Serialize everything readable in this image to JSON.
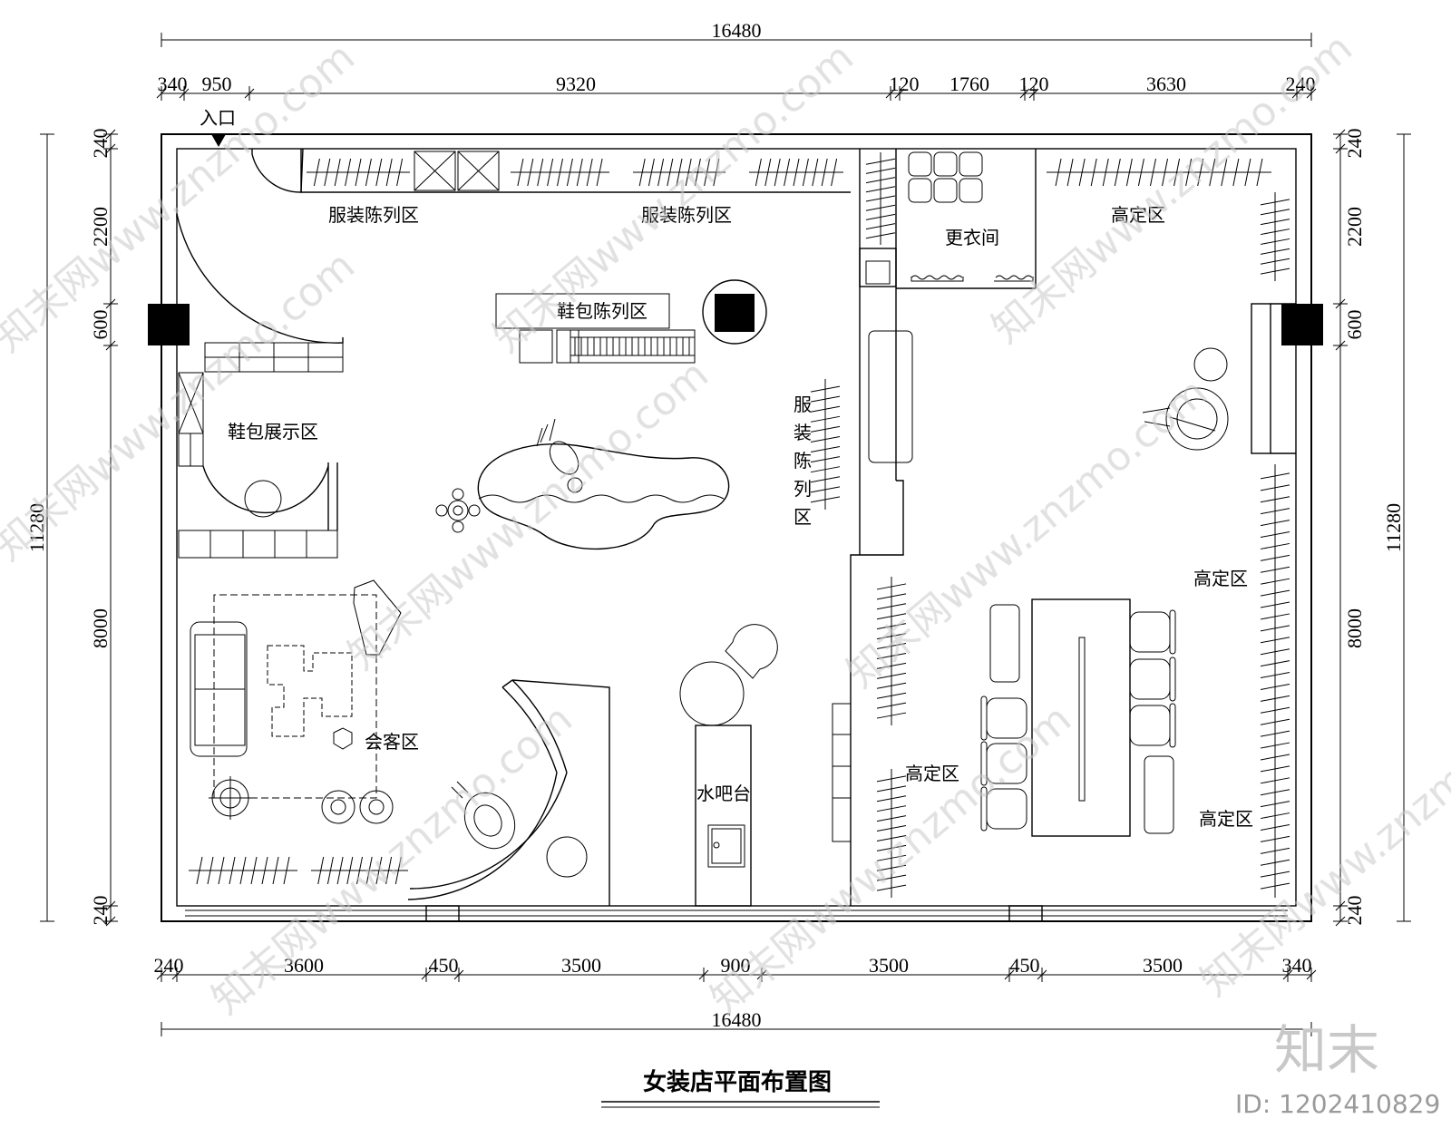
{
  "drawing_title": "女装店平面布置图",
  "entrance_label": "入口",
  "dimensions": {
    "top_total": "16480",
    "top": [
      "340",
      "950",
      "9320",
      "120",
      "1760",
      "120",
      "3630",
      "240"
    ],
    "bottom_total": "16480",
    "bottom": [
      "240",
      "3600",
      "450",
      "3500",
      "900",
      "3500",
      "450",
      "3500",
      "340"
    ],
    "left_total": "11280",
    "left": [
      "240",
      "2200",
      "600",
      "8000",
      "240"
    ],
    "right_total": "11280",
    "right": [
      "240",
      "2200",
      "600",
      "8000",
      "240"
    ]
  },
  "zones": {
    "clothing_display_1": "服装陈列区",
    "clothing_display_2": "服装陈列区",
    "couture_top": "高定区",
    "fitting_room": "更衣间",
    "shoe_bag_display": "鞋包陈列区",
    "shoe_bag_show": "鞋包展示区",
    "clothing_vertical": [
      "服",
      "装",
      "陈",
      "列",
      "区"
    ],
    "reception": "会客区",
    "water_bar": "水吧台",
    "couture_middle": "高定区",
    "couture_right_upper": "高定区",
    "couture_right_lower": "高定区"
  },
  "watermark": {
    "site": "知末网www.znzmo.com",
    "brand": "知末",
    "id": "ID: 1202410829"
  }
}
